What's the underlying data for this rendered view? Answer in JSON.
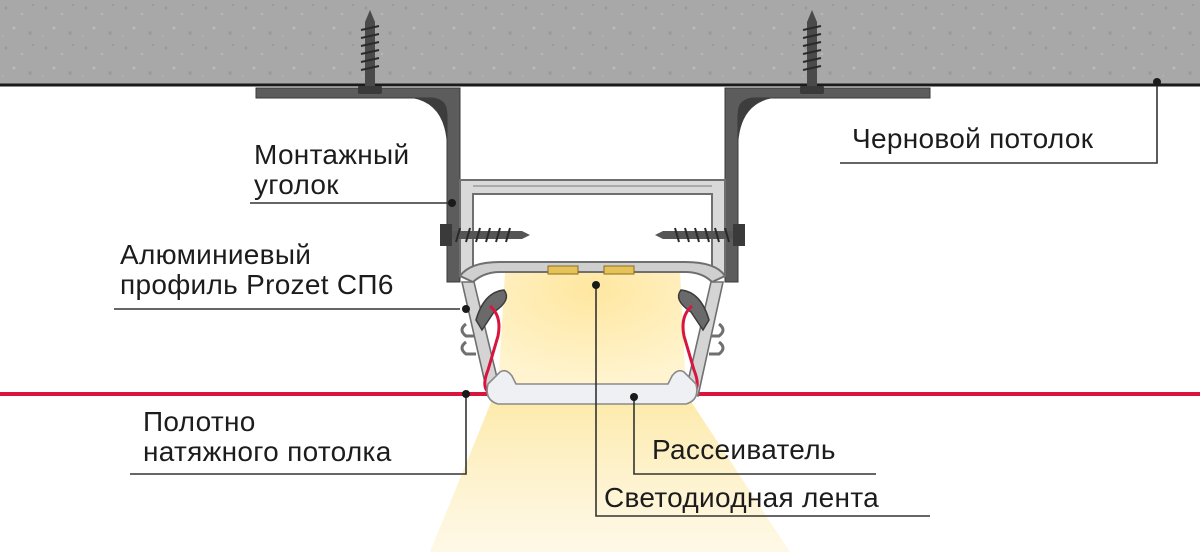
{
  "labels": {
    "rough_ceiling": "Черновой потолок",
    "mounting_bracket": [
      "Монтажный",
      "уголок"
    ],
    "aluminum_profile": [
      "Алюминиевый",
      "профиль Prozet СП6"
    ],
    "stretch_ceiling": [
      "Полотно",
      "натяжного потолка"
    ],
    "diffuser": "Рассеиватель",
    "led_strip": "Светодиодная лента"
  },
  "colors": {
    "concrete": "#a9a9a9",
    "membrane": "#d8153f",
    "light": "#fde9a6",
    "profile": "#d8d8d8",
    "bracket": "#606060",
    "leader": "#333333"
  }
}
